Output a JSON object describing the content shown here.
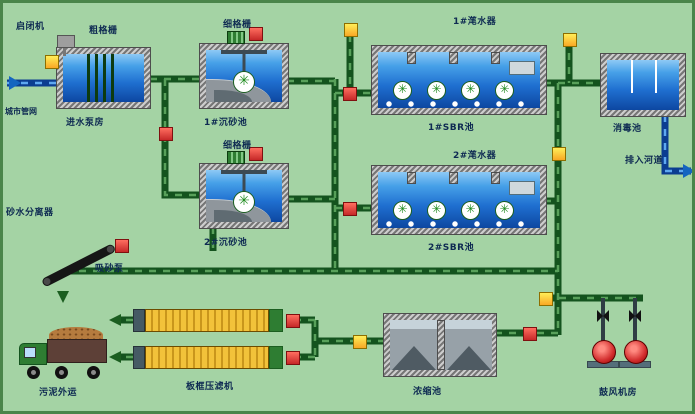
{
  "colors": {
    "bg": "#a4d3a4",
    "pipe-green": "#14531e",
    "pipe-green-dash": "#58a05a",
    "pipe-blue": "#0b3d91",
    "pipe-blue-dash": "#5ea8f0",
    "water-top": "#8ec9f5",
    "water": "#1f6fd0",
    "water-deep": "#0d47a1",
    "valve-yellow": "#f6d32d",
    "instrument-red": "#e53935",
    "press-yellow": "#f2c23a",
    "label": "#0e2a52"
  },
  "labels": {
    "hoist": "启闭机",
    "coarse_screen": "粗格栅",
    "fine_screen_1": "细格栅",
    "fine_screen_2": "细格栅",
    "city_network": "城市管网",
    "inlet_pump_house": "进水泵房",
    "grit_tank_1": "1#沉砂池",
    "grit_tank_2": "2#沉砂池",
    "sand_water_separator": "砂水分离器",
    "sand_suction_pump": "吸砂泵",
    "decanter_1": "1#滗水器",
    "decanter_2": "2#滗水器",
    "sbr_tank_1": "1#SBR池",
    "sbr_tank_2": "2#SBR池",
    "disinfection_tank": "消毒池",
    "discharge_to_river": "排入河道",
    "sludge_transport": "污泥外运",
    "filter_press": "板框压滤机",
    "thickener": "浓缩池",
    "blower_room": "鼓风机房"
  },
  "icons": {
    "aerator_glyph": "✳",
    "impeller_glyph": "✳"
  }
}
